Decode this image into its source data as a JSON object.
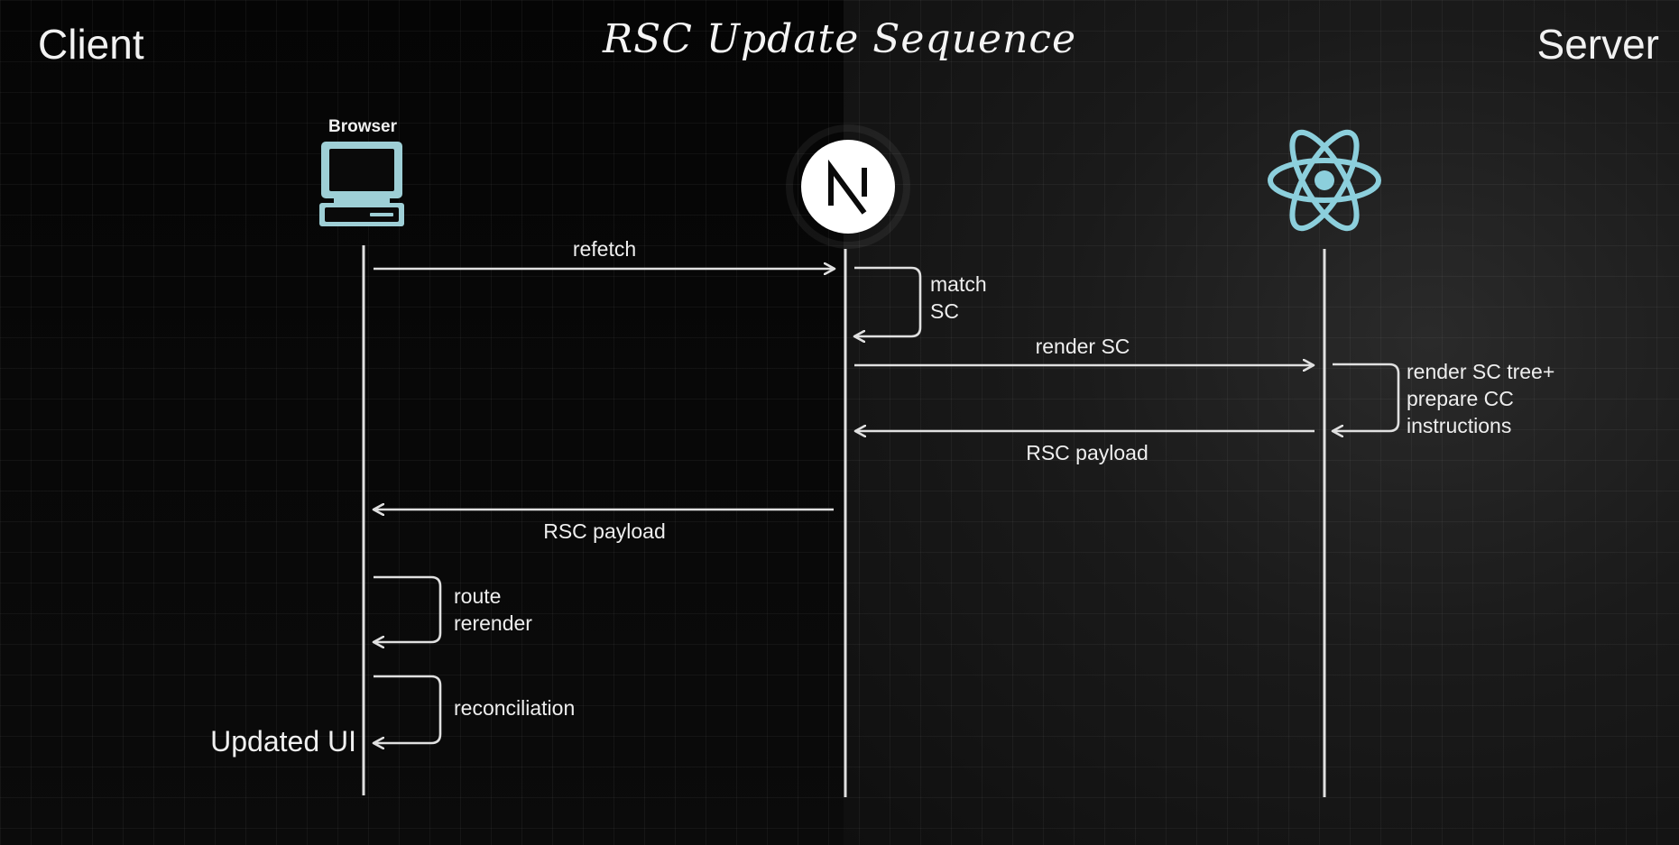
{
  "title": "RSC Update Sequence",
  "sides": {
    "client": "Client",
    "server": "Server"
  },
  "participants": {
    "browser": {
      "label": "Browser",
      "icon": "browser-monitor-icon"
    },
    "nextjs": {
      "icon": "nextjs-logo-icon"
    },
    "react": {
      "icon": "react-logo-icon"
    }
  },
  "messages": {
    "refetch": "refetch",
    "match_sc": "match\nSC",
    "render_sc": "render SC",
    "render_tree": "render SC tree+\nprepare CC\ninstructions",
    "rsc_payload_server": "RSC payload",
    "rsc_payload_client": "RSC payload",
    "route_rerender": "route\nrerender",
    "reconciliation": "reconciliation",
    "updated_ui": "Updated UI"
  },
  "colors": {
    "lines": "#e0e0e0",
    "monitor": "#9ecfd6",
    "react": "#8ccfdc",
    "next_circle": "#ffffff",
    "next_glyph": "#0a0a0a"
  }
}
